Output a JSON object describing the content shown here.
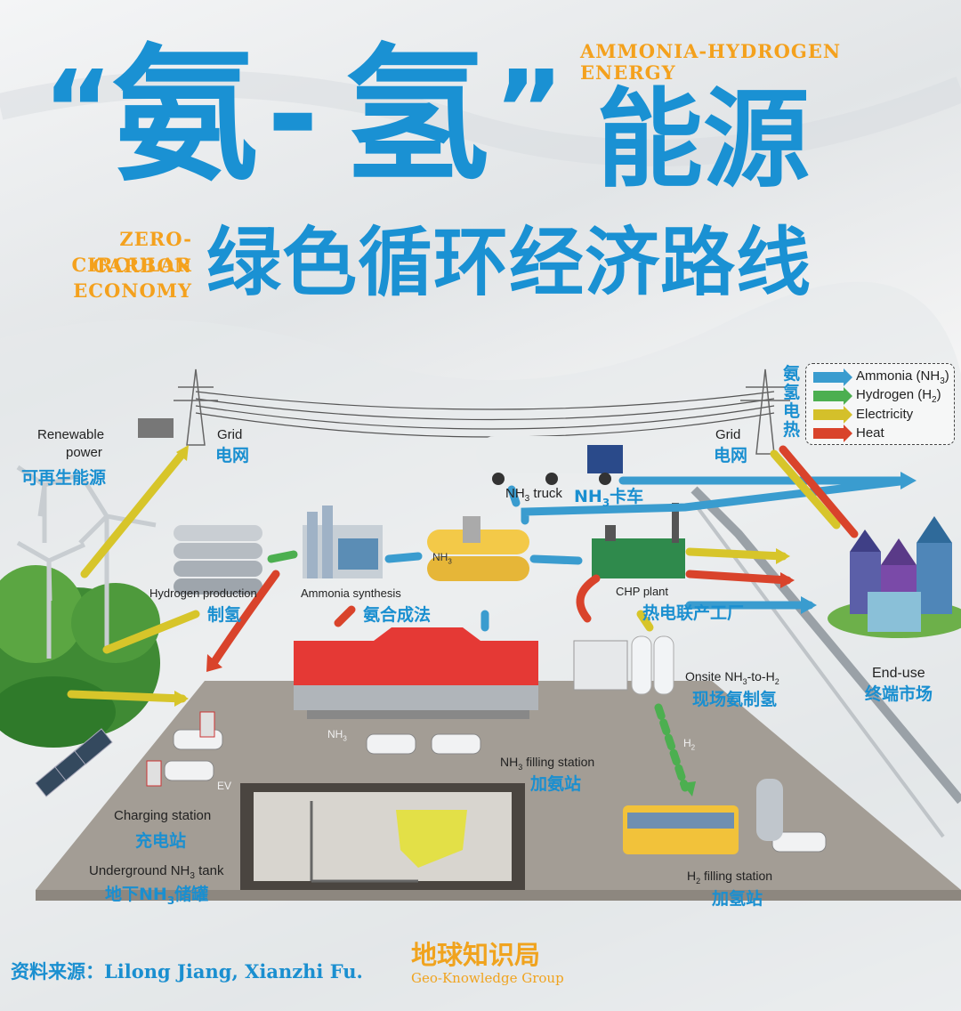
{
  "title": {
    "quote_open": "“",
    "word1": "氨",
    "dash": "-",
    "word2": "氢",
    "quote_close": "”",
    "word3": "能源",
    "subtitle": "绿色循环经济路线",
    "en_top_1": "AMMONIA-HYDROGEN",
    "en_top_2": "ENERGY",
    "en_left_1": "ZERO-CARBON",
    "en_left_2": "CIRCULAR",
    "en_left_3": "ECONOMY"
  },
  "legend": {
    "vertical_label": [
      "氨",
      "氢",
      "电",
      "热"
    ],
    "items": [
      {
        "label": "Ammonia (NH",
        "sub": "3",
        "suffix": ")",
        "color": "#3a9ccf"
      },
      {
        "label": "Hydrogen (H",
        "sub": "2",
        "suffix": ")",
        "color": "#4caf50"
      },
      {
        "label": "Electricity",
        "sub": "",
        "suffix": "",
        "color": "#d4c02a"
      },
      {
        "label": "Heat",
        "sub": "",
        "suffix": "",
        "color": "#d9432b"
      }
    ]
  },
  "labels": {
    "renewable_en_1": "Renewable",
    "renewable_en_2": "power",
    "renewable_cn": "可再生能源",
    "grid_left_en": "Grid",
    "grid_left_cn": "电网",
    "grid_right_en": "Grid",
    "grid_right_cn": "电网",
    "truck_en_pre": "NH",
    "truck_en_sub": "3",
    "truck_en_post": " truck",
    "truck_cn_pre": "NH",
    "truck_cn_sub": "3",
    "truck_cn_post": "卡车",
    "h2prod_en": "Hydrogen production",
    "h2prod_cn": "制氢",
    "ammonia_en": "Ammonia synthesis",
    "ammonia_cn": "氨合成法",
    "chp_en": "CHP plant",
    "chp_cn": "热电联产工厂",
    "enduse_en": "End-use",
    "enduse_cn": "终端市场",
    "onsite_en_pre": "Onsite NH",
    "onsite_en_sub1": "3",
    "onsite_en_mid": "-to-H",
    "onsite_en_sub2": "2",
    "onsite_cn": "现场氨制氢",
    "nh3_filling_en_pre": "NH",
    "nh3_filling_en_sub": "3",
    "nh3_filling_en_post": " filling station",
    "nh3_filling_cn": "加氨站",
    "charging_en": "Charging station",
    "charging_cn": "充电站",
    "underground_en_pre": "Underground NH",
    "underground_en_sub": "3",
    "underground_en_post": " tank",
    "underground_cn_pre": "地下NH",
    "underground_cn_sub": "3",
    "underground_cn_post": "储罐",
    "h2_filling_en_pre": "H",
    "h2_filling_en_sub": "2",
    "h2_filling_en_post": " filling station",
    "h2_filling_cn": "加氢站",
    "ev_tag": "EV",
    "nh3_tag_pre": "NH",
    "nh3_tag_sub": "3",
    "h2_tag_pre": "H",
    "h2_tag_sub": "2",
    "tank_tag_pre": "NH",
    "tank_tag_sub": "3"
  },
  "footer": {
    "source": "资料来源：Lilong Jiang, Xianzhi Fu.",
    "brand_cn": "地球知识局",
    "brand_en": "Geo-Knowledge Group"
  }
}
